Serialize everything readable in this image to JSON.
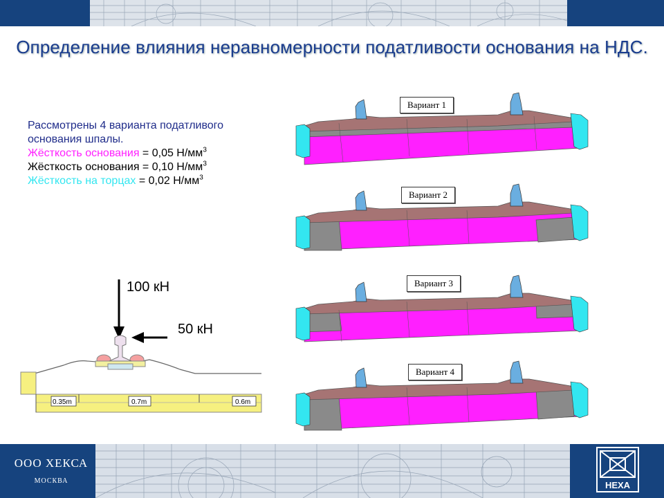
{
  "title": "Определение влияния неравномерности податливости основания на НДС.",
  "info": {
    "line1": "Рассмотрены 4 варианта податливого",
    "line2": " основания шпалы.",
    "stiff1_label": "Жёсткость основания",
    "stiff1_value": " = 0,05 Н/мм",
    "stiff2_label": "Жёсткость основания",
    "stiff2_value": " = 0,10 Н/мм",
    "stiff3_label": "Жёсткость на торцах",
    "stiff3_value": " = 0,02 Н/мм",
    "exp": "3"
  },
  "loads": {
    "vertical": "100 кН",
    "horizontal": "50 кН"
  },
  "dims": {
    "d1": "0.35m",
    "d2": "0.7m",
    "d3": "0.6m"
  },
  "variants": [
    {
      "label": "Вариант 1"
    },
    {
      "label": "Вариант 2"
    },
    {
      "label": "Вариант 3"
    },
    {
      "label": "Вариант 4"
    }
  ],
  "brand": {
    "name": "ООО ХЕКСА",
    "city": "МОСКВА",
    "logo_text": "HEXA"
  },
  "colors": {
    "band": "#16437e",
    "title": "#1a3c8e",
    "magenta": "#ff20ff",
    "cyan": "#33e6f0",
    "brown": "#a67474",
    "gray": "#8a8a8a",
    "rail_blue": "#6aaee0"
  }
}
